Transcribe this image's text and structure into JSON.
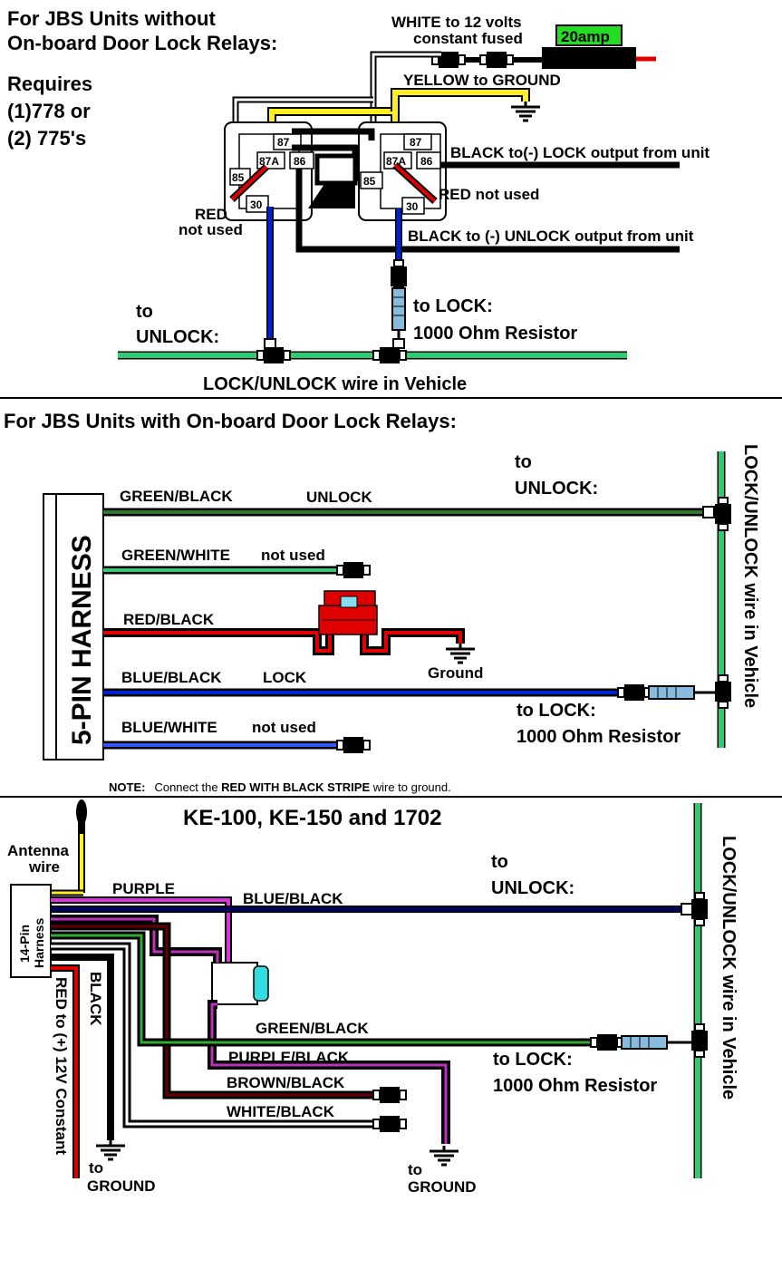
{
  "section1": {
    "title_line1": "For JBS Units without",
    "title_line2": "On-board Door Lock Relays:",
    "requires_1": "Requires",
    "requires_2": "(1)778 or",
    "requires_3": "(2) 775's",
    "white_label_1": "WHITE to 12 volts",
    "white_label_2": "constant fused",
    "fuse_label": "20amp",
    "yellow_label": "YELLOW to GROUND",
    "black_lock_label": "BLACK to(-) LOCK output from unit",
    "red_not_used_right": "RED not used",
    "red_not_used_left_1": "RED",
    "red_not_used_left_2": "not used",
    "black_unlock_label": "BLACK to (-) UNLOCK output from unit",
    "to_unlock_1": "to",
    "to_unlock_2": "UNLOCK:",
    "to_lock_1": "to LOCK:",
    "to_lock_2": "1000 Ohm Resistor",
    "vehicle_wire": "LOCK/UNLOCK wire in Vehicle",
    "pins": {
      "p87": "87",
      "p87a": "87A",
      "p86": "86",
      "p85": "85",
      "p30": "30"
    }
  },
  "section2": {
    "title": "For JBS Units with On-board Door Lock Relays:",
    "harness": "5-PIN HARNESS",
    "wire1": "GREEN/BLACK",
    "wire1_fn": "UNLOCK",
    "wire2": "GREEN/WHITE",
    "wire2_fn": "not used",
    "wire3": "RED/BLACK",
    "ground": "Ground",
    "wire4": "BLUE/BLACK",
    "wire4_fn": "LOCK",
    "wire5": "BLUE/WHITE",
    "wire5_fn": "not used",
    "to_unlock_1": "to",
    "to_unlock_2": "UNLOCK:",
    "to_lock_1": "to LOCK:",
    "to_lock_2": "1000 Ohm Resistor",
    "vehicle_wire": "LOCK/UNLOCK wire in Vehicle",
    "note_prefix": "NOTE:",
    "note_1": "Connect the ",
    "note_bold": "RED WITH BLACK STRIPE",
    "note_2": " wire to ground."
  },
  "section3": {
    "title": "KE-100, KE-150 and 1702",
    "antenna_1": "Antenna",
    "antenna_2": "wire",
    "harness_1": "14-Pin",
    "harness_2": "Harness",
    "purple": "PURPLE",
    "blue_black": "BLUE/BLACK",
    "black": "BLACK",
    "red": "RED to (+) 12V Constant",
    "green_black": "GREEN/BLACK",
    "purple_black": "PURPLE/BLACK",
    "brown_black": "BROWN/BLACK",
    "white_black": "WHITE/BLACK",
    "to_unlock_1": "to",
    "to_unlock_2": "UNLOCK:",
    "to_lock_1": "to LOCK:",
    "to_lock_2": "1000 Ohm Resistor",
    "vehicle_wire": "LOCK/UNLOCK wire in Vehicle",
    "ground_left_1": "to",
    "ground_left_2": "GROUND",
    "ground_right_1": "to",
    "ground_right_2": "GROUND"
  },
  "colors": {
    "green": "#2ecc71",
    "blue": "#0022cc",
    "red": "#e00000",
    "yellow": "#ffee22",
    "fuse_green": "#22dd22",
    "purple": "#dd33dd",
    "brown": "#660000",
    "navy": "#000066",
    "resistor": "#88bbdd"
  }
}
